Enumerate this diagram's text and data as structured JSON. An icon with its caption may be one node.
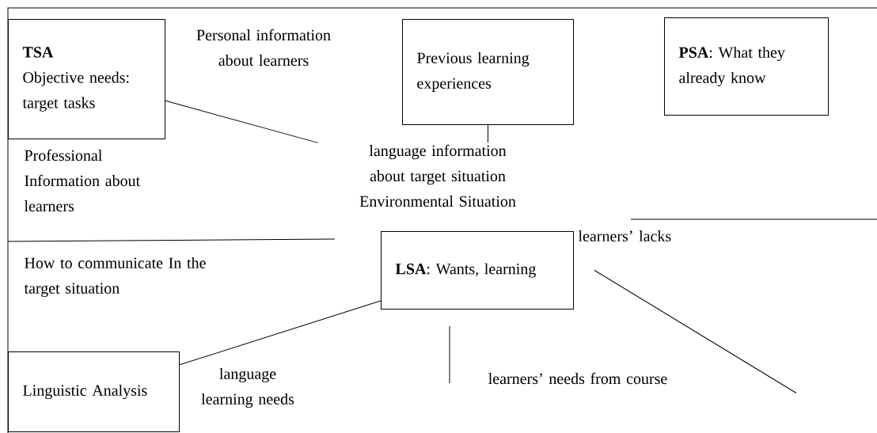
{
  "diagram": {
    "nodes": [
      {
        "text": [
          "TSA",
          "Objective needs: target tasks"
        ]
      },
      {
        "text": [
          "Previous learning experiences"
        ]
      },
      {
        "text": [
          "**PSA**: What they already know"
        ]
      },
      {
        "text": [
          "**LSA**: Wants, learning"
        ]
      },
      {
        "text": [
          "Linguistic Analysis"
        ]
      },
      {
        "text": [
          "language information about target situation",
          "Environmental Situation"
        ]
      }
    ],
    "edges": [
      {
        "from": 0,
        "to": 5,
        "arrow": "none"
      },
      {
        "from": 1,
        "to": 5,
        "arrow": "none"
      },
      {
        "from": 4,
        "to": 3,
        "arrow": "none"
      },
      {
        "from": 3,
        "to": null,
        "arrow": "none"
      }
    ],
    "labels": [
      "Personal information about learners",
      "Professional Information about learners",
      "How to communicate In the target situation",
      "learners’ lacks",
      "language learning needs",
      "learners’ needs from course"
    ]
  }
}
